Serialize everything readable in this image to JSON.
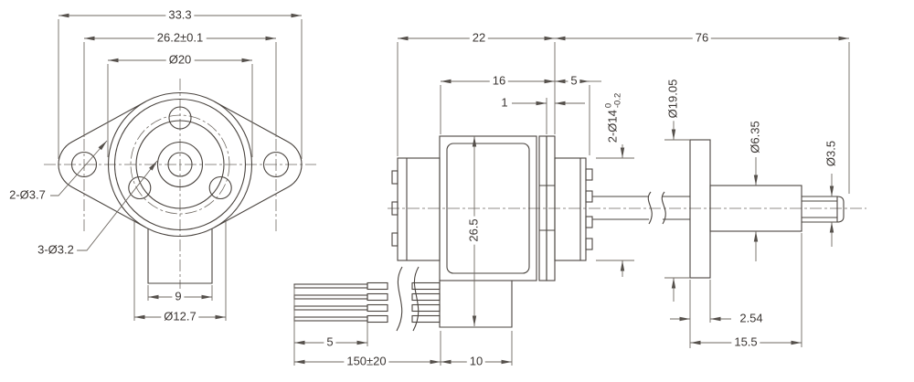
{
  "drawing": {
    "front_view": {
      "overall_width": "33.3",
      "hole_spacing": "26.2±0.1",
      "body_diameter": "Ø20",
      "flange_holes": "2-Ø3.7",
      "pilot_holes": "3-Ø3.2",
      "tab_width": "9",
      "boss_diameter": "Ø12.7"
    },
    "side_view": {
      "body_length": "22",
      "total_length": "76",
      "can_length": "16",
      "hub_length": "5",
      "plate_thickness": "1",
      "overall_height": "26.5",
      "hub_diameter_base": "2-Ø14",
      "hub_tol_upper": "0",
      "hub_tol_lower": "-0.2",
      "disc_diameter": "Ø19.05",
      "cylinder_diameter": "Ø6.35",
      "tip_diameter": "Ø3.5",
      "disc_thickness": "2.54",
      "front_section_length": "15.5",
      "wire_strip_length": "5",
      "wire_length": "150±20",
      "block_length": "10"
    },
    "line_colors": {
      "outline": "#4a443f",
      "dimension": "#6f6962",
      "text": "#3b3633"
    }
  }
}
